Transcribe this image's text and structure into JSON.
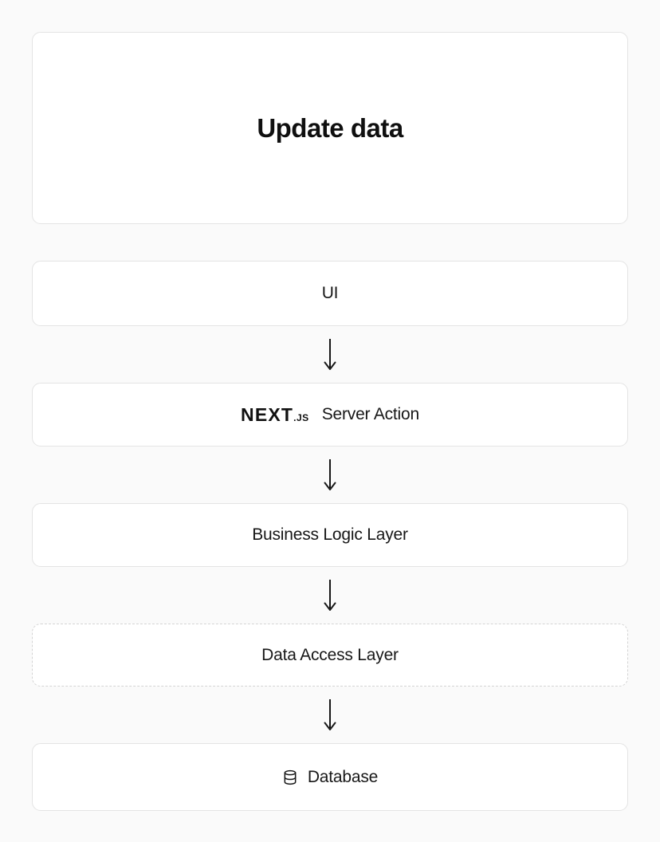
{
  "colors": {
    "page_background": "#fafafa",
    "card_background": "#ffffff",
    "card_border": "#e4e4e4",
    "dashed_border": "#d4d4d4",
    "text": "#171717"
  },
  "diagram": {
    "title": "Update data",
    "nodes": [
      {
        "label": "UI",
        "border": "solid"
      },
      {
        "logo": "NEXT",
        "logo_suffix": ".JS",
        "label": "Server Action",
        "border": "solid"
      },
      {
        "label": "Business Logic Layer",
        "border": "solid"
      },
      {
        "label": "Data Access Layer",
        "border": "dashed"
      },
      {
        "label": "Database",
        "icon": "database-icon",
        "border": "solid"
      }
    ]
  }
}
